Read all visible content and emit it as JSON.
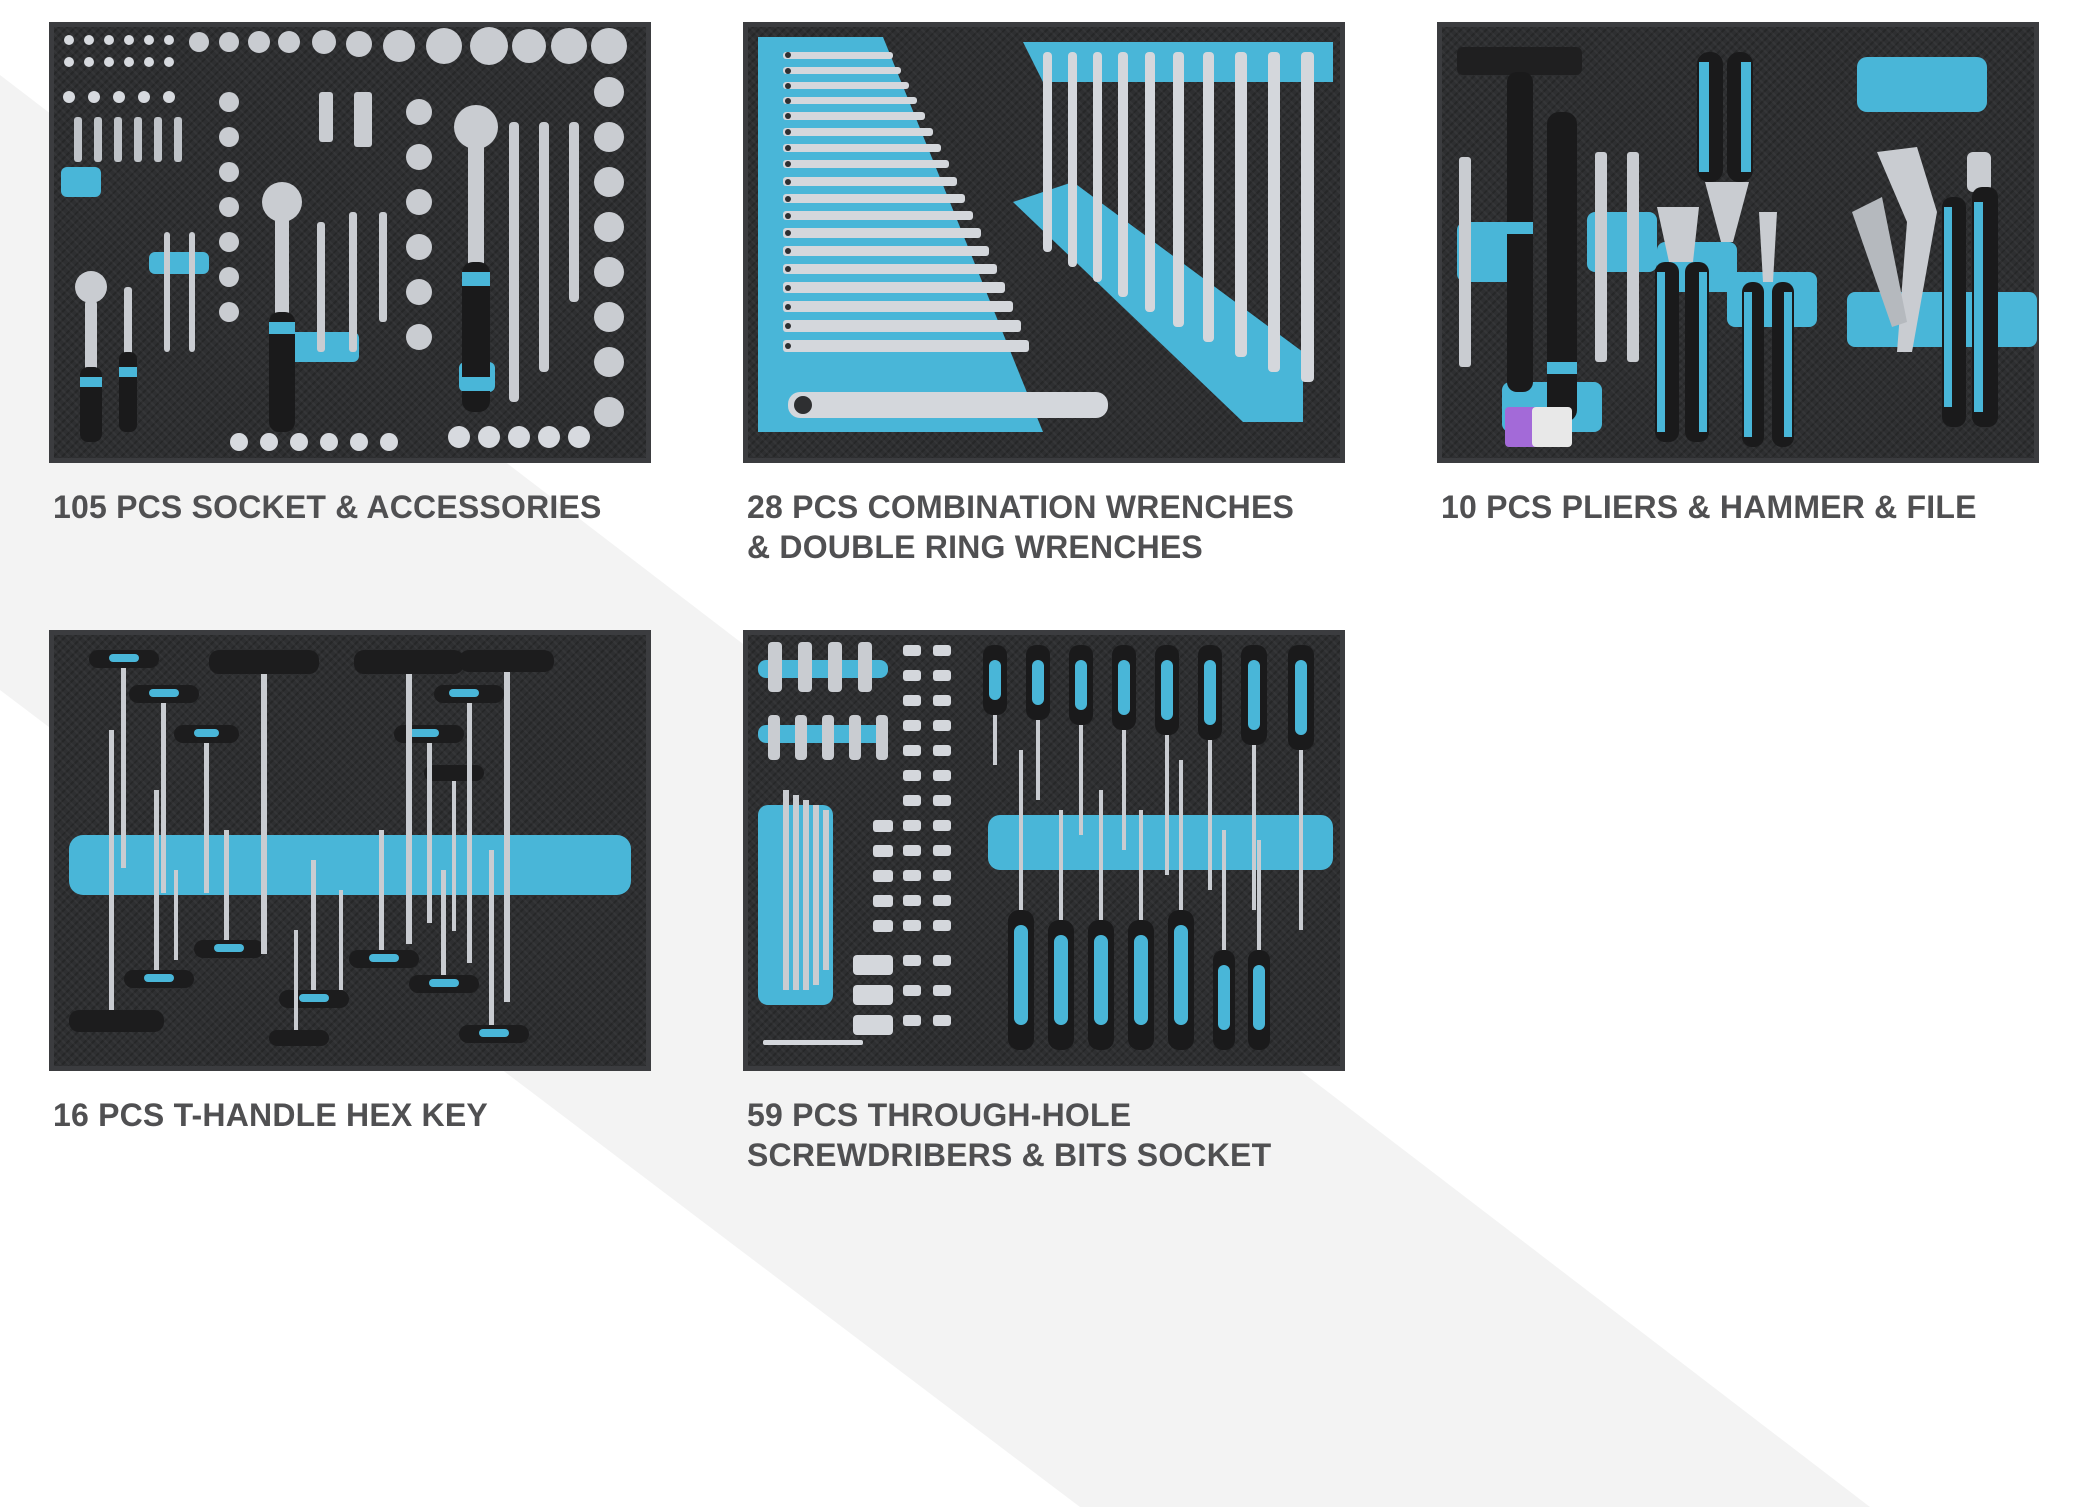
{
  "sets": [
    {
      "lines": [
        "105 PCS SOCKET & ACCESSORIES"
      ]
    },
    {
      "lines": [
        "28 PCS COMBINATION WRENCHES",
        "& DOUBLE RING WRENCHES"
      ]
    },
    {
      "lines": [
        "10 PCS PLIERS & HAMMER & FILE"
      ]
    },
    {
      "lines": [
        "16 PCS T-HANDLE HEX KEY"
      ]
    },
    {
      "lines": [
        "59 PCS THROUGH-HOLE",
        "SCREWDRIBERS & BITS SOCKET"
      ]
    }
  ],
  "colors": {
    "background": "#ffffff",
    "stripe": "#f3f3f3",
    "tray": "#2e2f31",
    "foam_accent": "#49b6d8",
    "caption_text": "#505052"
  }
}
